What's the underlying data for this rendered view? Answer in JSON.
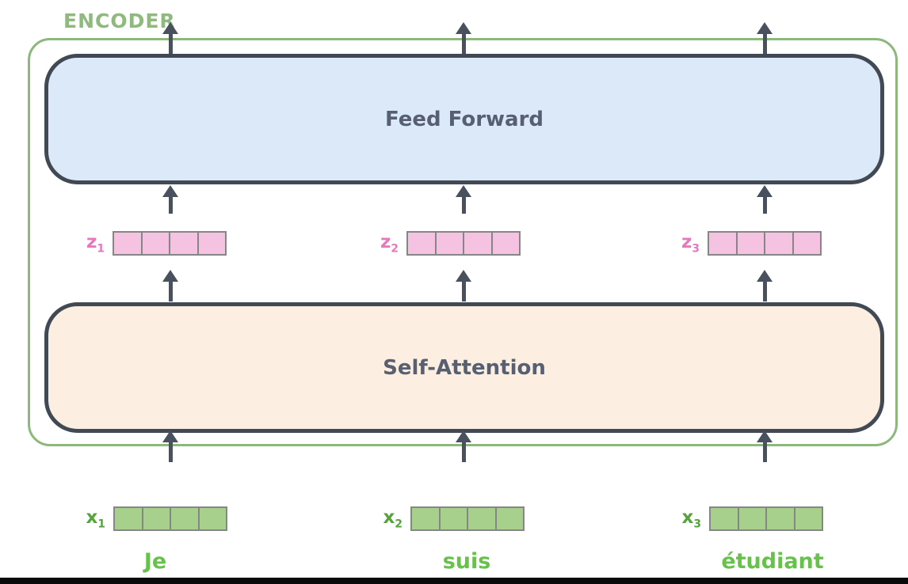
{
  "diagram": {
    "title": "ENCODER",
    "blocks": {
      "feed_forward": "Feed Forward",
      "self_attention": "Self-Attention"
    },
    "vector_cells": 4,
    "columns": [
      {
        "z_base": "z",
        "z_sub": "1",
        "x_base": "x",
        "x_sub": "1",
        "word": "Je"
      },
      {
        "z_base": "z",
        "z_sub": "2",
        "x_base": "x",
        "x_sub": "2",
        "word": "suis"
      },
      {
        "z_base": "z",
        "z_sub": "3",
        "x_base": "x",
        "x_sub": "3",
        "word": "étudiant"
      }
    ],
    "colors": {
      "encoder_border": "#8cb87c",
      "encoder_label": "#8fb97e",
      "feed_forward_fill": "#dbe9f9",
      "self_attention_fill": "#fcefe1",
      "block_border": "#414955",
      "block_text": "#566072",
      "z_vector_fill": "#f5c3e1",
      "z_label": "#e878be",
      "x_vector_fill": "#a8d08d",
      "x_label": "#54a33c",
      "word_text": "#66c24a",
      "cell_border": "#868686",
      "arrow": "#49505e"
    }
  }
}
